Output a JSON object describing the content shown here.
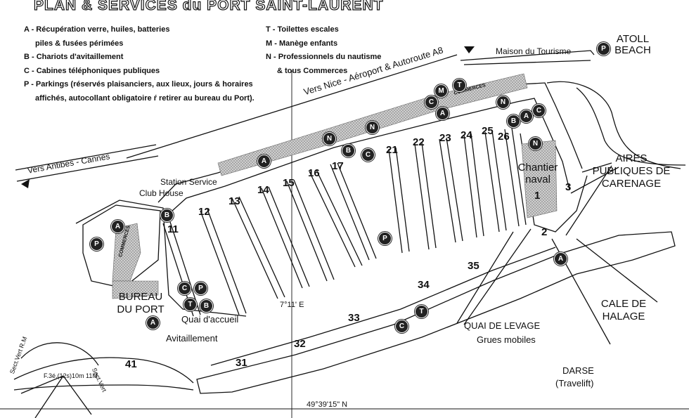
{
  "title": "PLAN & SERVICES du PORT SAINT-LAURENT",
  "legend_left": [
    "A - Récupération verre, huiles, batteries",
    "piles & fusées périmées",
    "B - Chariots d'avitaillement",
    "C - Cabines téléphoniques publiques",
    "P - Parkings (réservés plaisanciers, aux lieux, jours & horaires",
    "affichés, autocollant obligatoire ŕ retirer au bureau du Port)."
  ],
  "legend_right": [
    "T - Toilettes escales",
    "M - Manège enfants",
    "N - Professionnels du nautisme",
    "& tous Commerces"
  ],
  "labels": {
    "road_airport": "Vers Nice - Aéroport & Autoroute A8",
    "road_antibes": "Vers Antibes - Cannes",
    "maison_tourisme": "Maison du Tourisme",
    "atoll_beach": "ATOLL BEACH",
    "station_service": "Station Service",
    "club_house": "Club House",
    "chantier_naval": "Chantier naval",
    "aires": "AIRES PUBLIQUES DE CARENAGE",
    "bureau_port": "BUREAU DU PORT",
    "quai_accueil": "Quai d'accueil",
    "avitaillement": "Avitaillement",
    "quai_levage": "QUAI DE LEVAGE",
    "grues_mobiles": "Grues mobiles",
    "cale_halage": "CALE DE HALAGE",
    "darse": "DARSE",
    "travelift": "(Travelift)",
    "longitude": "7°11' E",
    "latitude": "49°39'15\" N",
    "light": "F.3é.(12s)10m 11M",
    "sect_vert_rm": "Sect.Vert R.M",
    "sect_vert": "Sect.Vert",
    "commerces": "COMMERCES"
  },
  "pontoon_numbers": [
    "11",
    "12",
    "13",
    "14",
    "15",
    "16",
    "17",
    "21",
    "22",
    "23",
    "24",
    "25",
    "26",
    "1",
    "2",
    "3",
    "31",
    "32",
    "33",
    "34",
    "35",
    "41"
  ],
  "symbols": [
    "A",
    "B",
    "C",
    "P",
    "T",
    "M",
    "N"
  ],
  "colors": {
    "ink": "#111111",
    "symbol_fill": "#222222",
    "hatch": "#9a9a9a"
  }
}
